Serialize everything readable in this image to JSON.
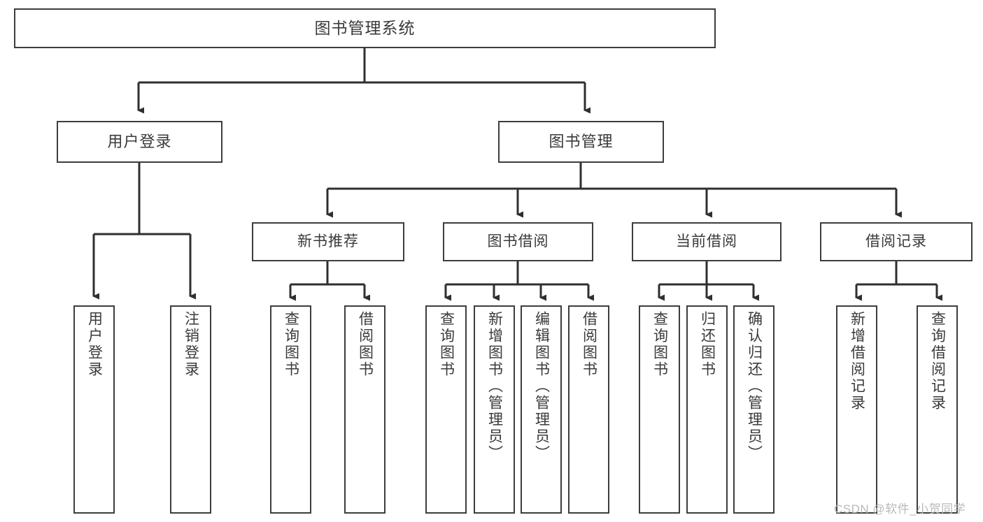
{
  "diagram": {
    "type": "tree-hierarchy-chart",
    "title": "图书管理系统",
    "watermark": "CSDN @软件_小贺同学",
    "colors": {
      "box_border": "#3d3d3d",
      "box_fill": "#ffffff",
      "connector": "#2f2f2f",
      "text": "#3a3a3a",
      "watermark": "#b9b9b9",
      "page_background": "#ffffff"
    },
    "root": {
      "label": "图书管理系统"
    },
    "level2": [
      {
        "id": "user-login",
        "label": "用户登录"
      },
      {
        "id": "book-management",
        "label": "图书管理"
      }
    ],
    "level3": [
      {
        "id": "new-book-recommend",
        "label": "新书推荐",
        "parent": "book-management"
      },
      {
        "id": "book-borrow",
        "label": "图书借阅",
        "parent": "book-management"
      },
      {
        "id": "current-borrow",
        "label": "当前借阅",
        "parent": "book-management"
      },
      {
        "id": "borrow-record",
        "label": "借阅记录",
        "parent": "book-management"
      }
    ],
    "leaves": [
      {
        "id": "leaf-user-login",
        "label": "用户登录",
        "parent": "user-login"
      },
      {
        "id": "leaf-logout-login",
        "label": "注销登录",
        "parent": "user-login"
      },
      {
        "id": "leaf-query-book-1",
        "label": "查询图书",
        "parent": "new-book-recommend"
      },
      {
        "id": "leaf-borrow-book-1",
        "label": "借阅图书",
        "parent": "new-book-recommend"
      },
      {
        "id": "leaf-query-book-2",
        "label": "查询图书",
        "parent": "book-borrow"
      },
      {
        "id": "leaf-add-book",
        "label": "新增图书（管理员）",
        "parent": "book-borrow"
      },
      {
        "id": "leaf-edit-book",
        "label": "编辑图书（管理员）",
        "parent": "book-borrow"
      },
      {
        "id": "leaf-borrow-book-2",
        "label": "借阅图书",
        "parent": "book-borrow"
      },
      {
        "id": "leaf-query-book-3",
        "label": "查询图书",
        "parent": "current-borrow"
      },
      {
        "id": "leaf-return-book",
        "label": "归还图书",
        "parent": "current-borrow"
      },
      {
        "id": "leaf-confirm-return",
        "label": "确认归还（管理员）",
        "parent": "current-borrow"
      },
      {
        "id": "leaf-add-record",
        "label": "新增借阅记录",
        "parent": "borrow-record"
      },
      {
        "id": "leaf-query-record",
        "label": "查询借阅记录",
        "parent": "borrow-record"
      }
    ]
  }
}
